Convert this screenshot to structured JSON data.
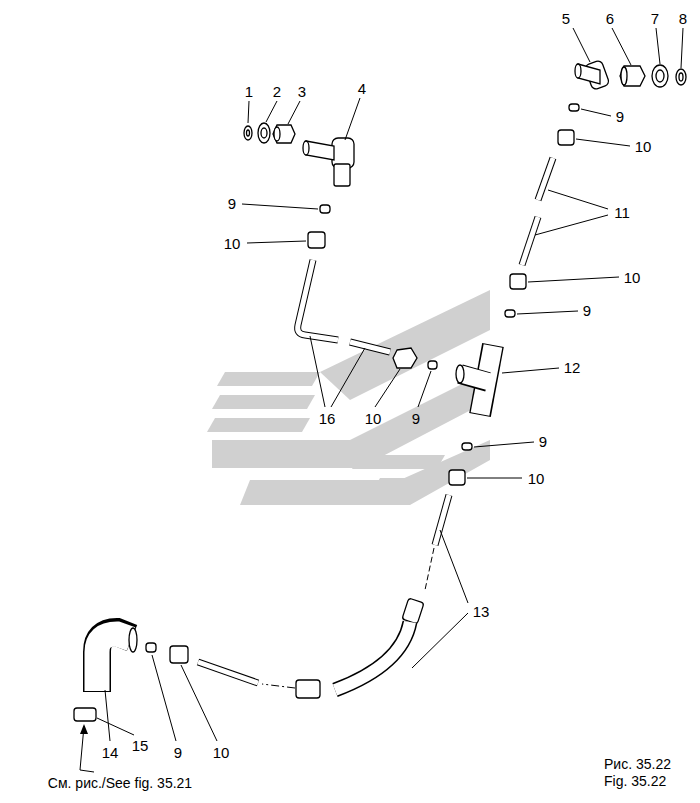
{
  "diagram": {
    "caption": "Рис. 35.22 Fig. 35.22",
    "labels": [
      "5",
      "6",
      "7",
      "8",
      "1",
      "2",
      "3",
      "4",
      "9",
      "10",
      "9",
      "11",
      "10",
      "10",
      "9",
      "12",
      "16",
      "10",
      "9",
      "9",
      "10",
      "13",
      "15",
      "14",
      "9",
      "10",
      "См. рис./See fig. 35.21"
    ]
  }
}
